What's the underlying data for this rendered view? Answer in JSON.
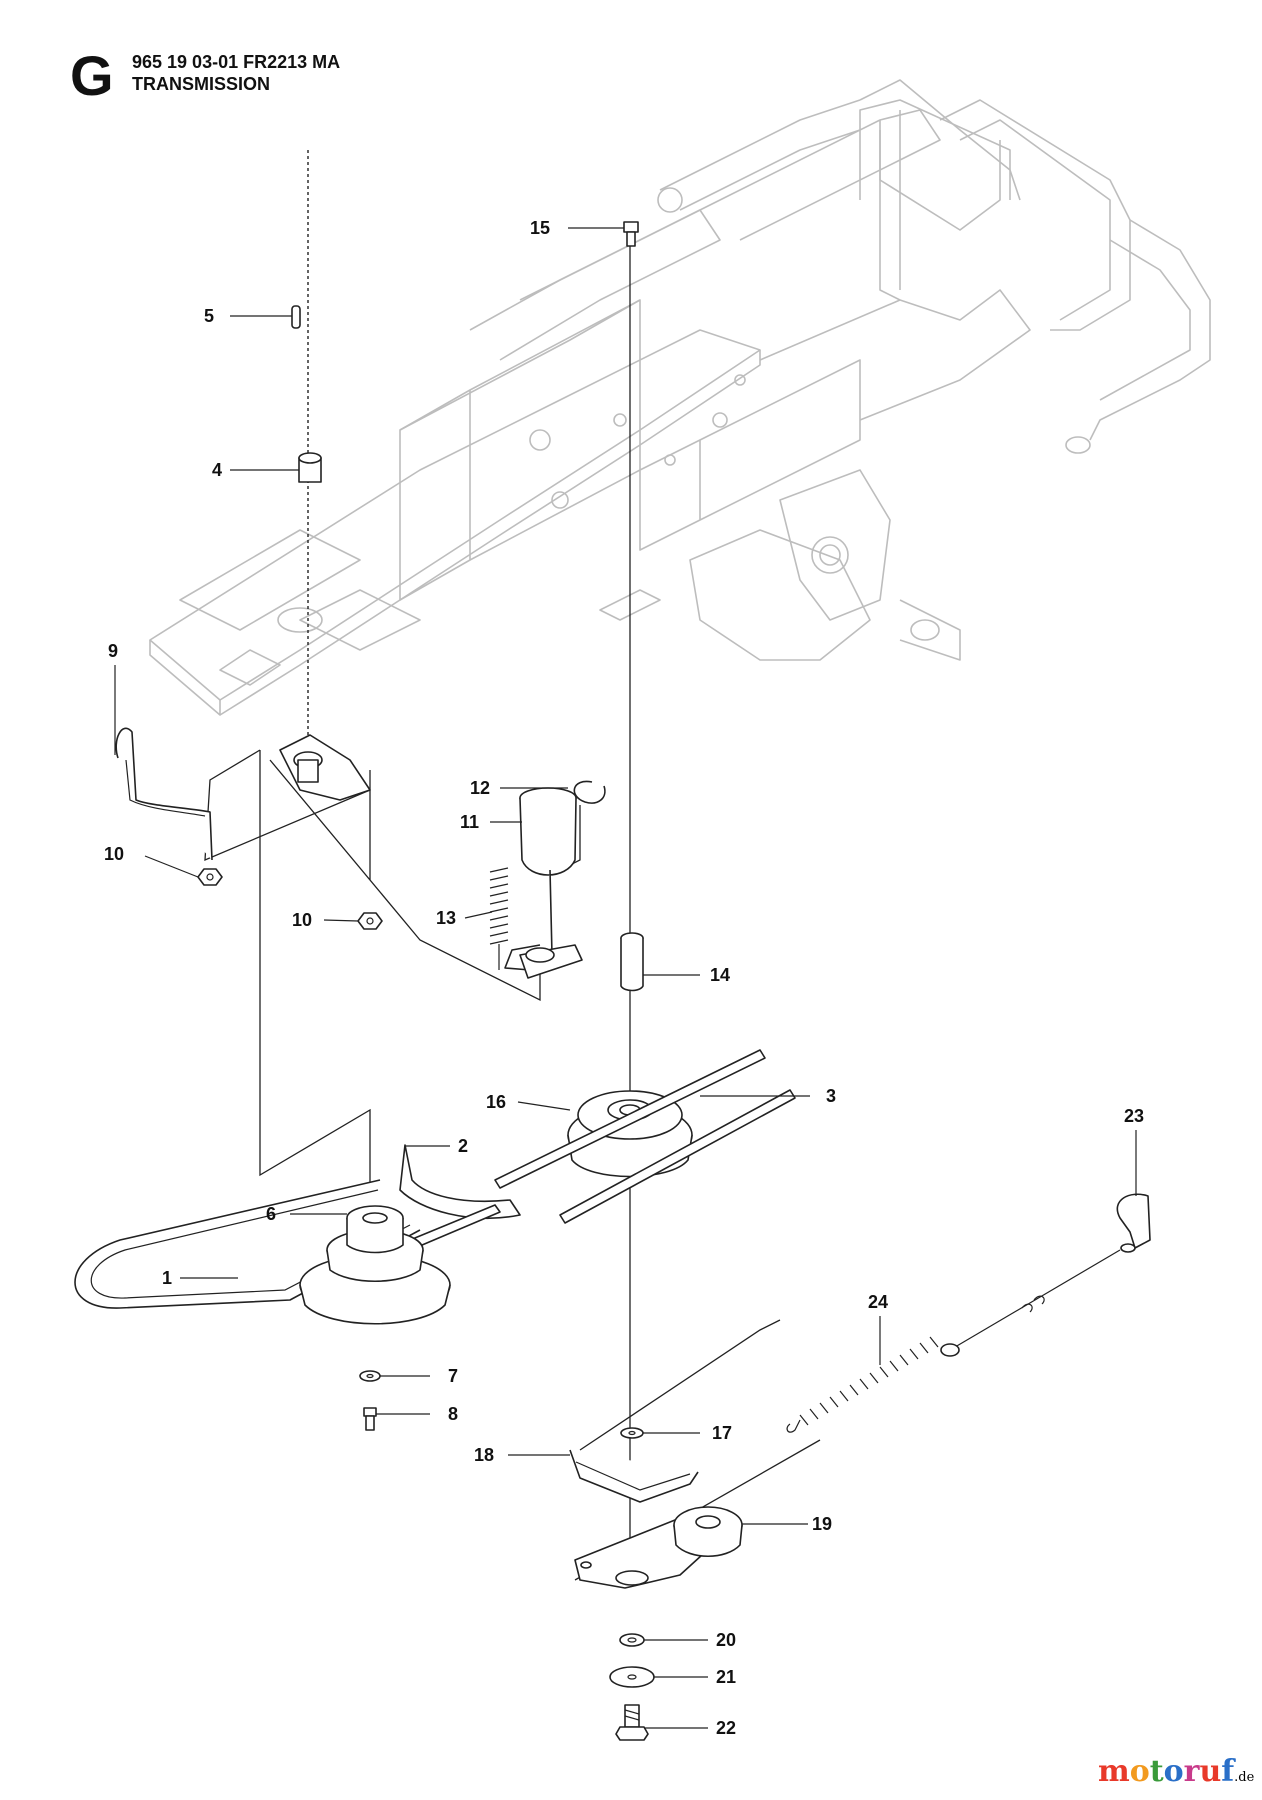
{
  "header": {
    "section_letter": "G",
    "document_code": "965 19 03-01 FR2213 MA",
    "title": "TRANSMISSION"
  },
  "callouts": {
    "p1": "1",
    "p2": "2",
    "p3": "3",
    "p4": "4",
    "p5": "5",
    "p6": "6",
    "p7": "7",
    "p8": "8",
    "p9": "9",
    "p10a": "10",
    "p10b": "10",
    "p11": "11",
    "p12": "12",
    "p13": "13",
    "p14": "14",
    "p15": "15",
    "p16": "16",
    "p17": "17",
    "p18": "18",
    "p19": "19",
    "p20": "20",
    "p21": "21",
    "p22": "22",
    "p23": "23",
    "p24": "24"
  },
  "watermark": {
    "text": "motoruf",
    "suffix": ".de",
    "colors": [
      "#e8392a",
      "#f29a1f",
      "#3a9a3a",
      "#2a6fc8",
      "#c83a8a",
      "#e8392a",
      "#2a6fc8"
    ]
  },
  "colors": {
    "line": "#222222",
    "frame": "#bdbdbd",
    "background": "#ffffff"
  }
}
